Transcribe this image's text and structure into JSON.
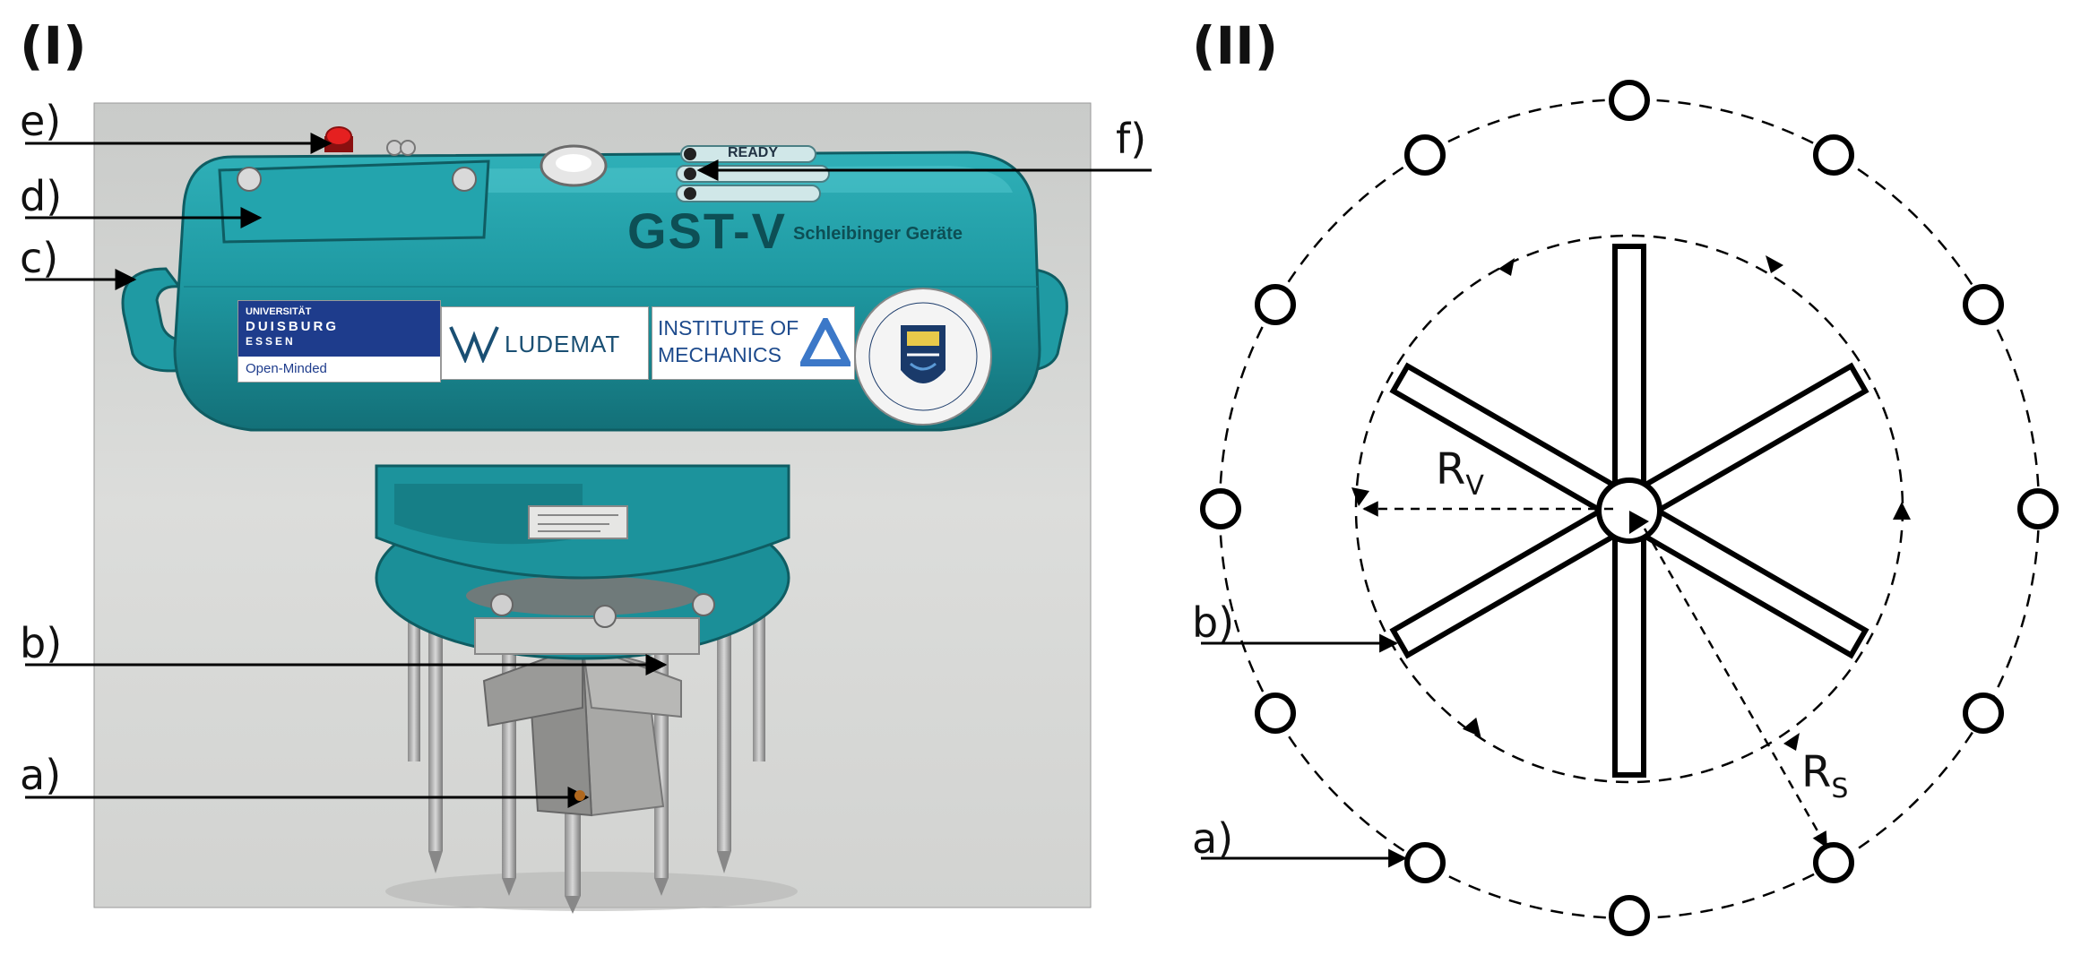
{
  "panels": {
    "left": {
      "label": "(I)"
    },
    "right": {
      "label": "(II)"
    }
  },
  "photo_labels": {
    "a": "a)",
    "b": "b)",
    "c": "c)",
    "d": "d)",
    "e": "e)",
    "f": "f)"
  },
  "diagram_labels": {
    "a": "a)",
    "b": "b)",
    "rv": {
      "base": "R",
      "sub": "V"
    },
    "rs": {
      "base": "R",
      "sub": "S"
    }
  },
  "photo_text": {
    "univ_line1": "UNIVERSITÄT",
    "univ_line2": "DUISBURG",
    "univ_line3": "ESSEN",
    "open_minded": "Open-Minded",
    "ludemat": "LUDEMAT",
    "institute_line1": "INSTITUTE OF",
    "institute_line2": "MECHANICS",
    "brand_model": "GST-V",
    "brand_maker": "Schleibinger Geräte",
    "panel_ready": "READY"
  },
  "colors": {
    "device_teal": "#1f9aa3",
    "device_teal_dark": "#137078",
    "floor": "#d9d9d6",
    "line": "#000000"
  }
}
